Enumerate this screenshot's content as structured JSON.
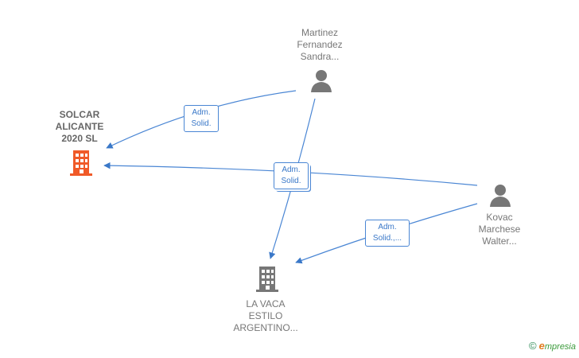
{
  "nodes": {
    "company_main": {
      "label_lines": [
        "SOLCAR",
        "ALICANTE",
        "2020  SL"
      ],
      "color": "#f05a28",
      "icon": "building-icon"
    },
    "company_other": {
      "label_lines": [
        "LA VACA",
        "ESTILO",
        "ARGENTINO..."
      ],
      "color": "#777777",
      "icon": "building-icon"
    },
    "person_top": {
      "label_lines": [
        "Martinez",
        "Fernandez",
        "Sandra..."
      ],
      "color": "#777777",
      "icon": "person-icon"
    },
    "person_right": {
      "label_lines": [
        "Kovac",
        "Marchese",
        "Walter..."
      ],
      "color": "#777777",
      "icon": "person-icon"
    }
  },
  "edges": {
    "label_top_left": [
      "Adm.",
      "Solid."
    ],
    "label_center": [
      "Adm.",
      "Solid."
    ],
    "label_bottom_right": [
      "Adm.",
      "Solid.,..."
    ]
  },
  "footer": {
    "copyright": "©",
    "brand_initial": "e",
    "brand_rest": "mpresia"
  },
  "colors": {
    "edge": "#3a78c8",
    "main_company": "#f05a28",
    "node_gray": "#777777"
  }
}
